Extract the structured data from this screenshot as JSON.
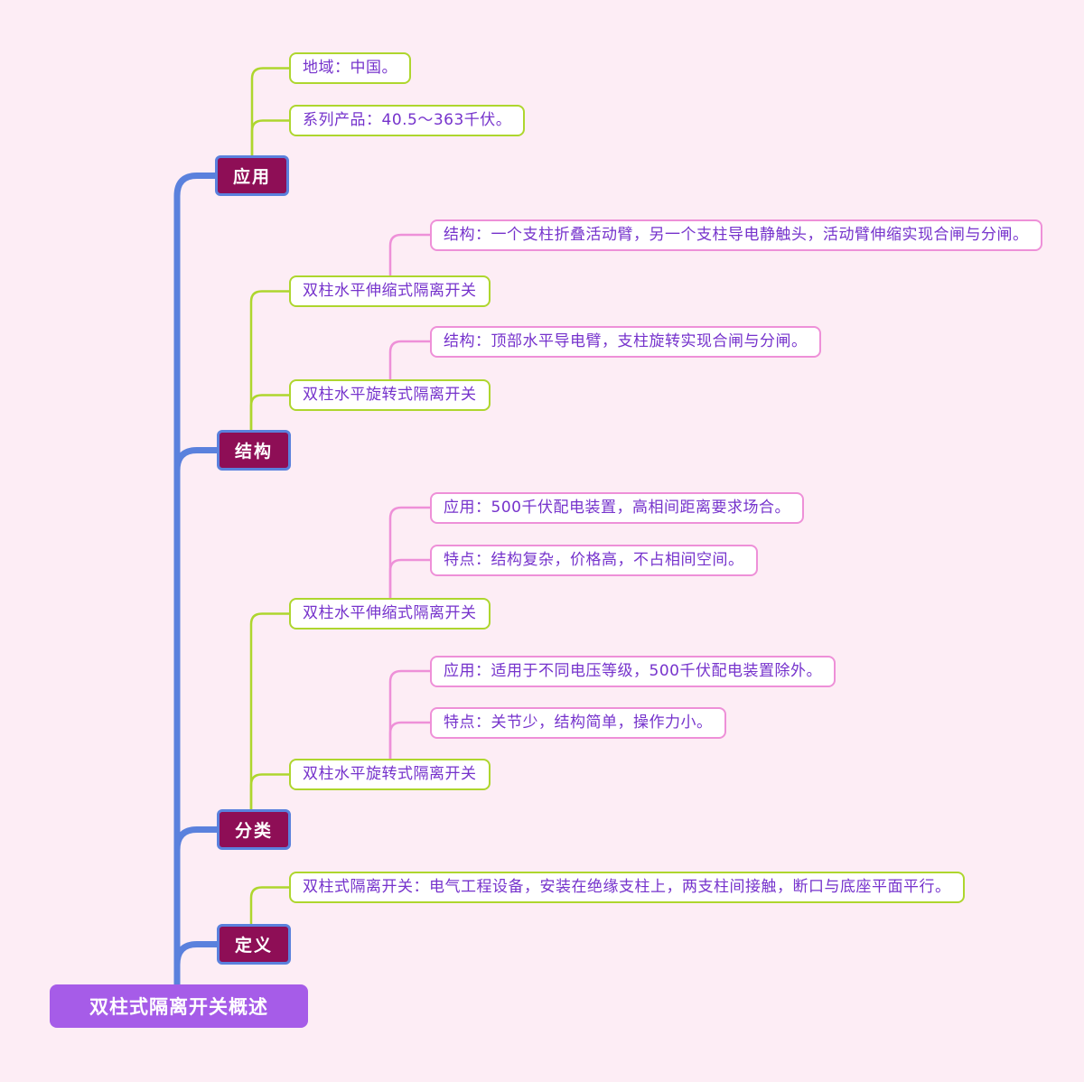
{
  "colors": {
    "background": "#fdedf5",
    "trunk_blue": "#5a81dd",
    "branch_bg": "#8e0e56",
    "branch_border": "#5a81dd",
    "root_bg": "#a65ce8",
    "leaf_border_green": "#aed62e",
    "leaf_border_pink": "#ee90d8",
    "leaf_text_purple": "#7633cc",
    "node_text_white": "#ffffff"
  },
  "mindmap": {
    "root": {
      "label": "双柱式隔离开关概述"
    },
    "branches": [
      {
        "label": "应用",
        "children": [
          {
            "label": "地域：中国。"
          },
          {
            "label": "系列产品：40.5～363千伏。"
          }
        ]
      },
      {
        "label": "结构",
        "children": [
          {
            "label": "双柱水平伸缩式隔离开关",
            "children": [
              {
                "label": "结构：一个支柱折叠活动臂，另一个支柱导电静触头，活动臂伸缩实现合闸与分闸。"
              }
            ]
          },
          {
            "label": "双柱水平旋转式隔离开关",
            "children": [
              {
                "label": "结构：顶部水平导电臂，支柱旋转实现合闸与分闸。"
              }
            ]
          }
        ]
      },
      {
        "label": "分类",
        "children": [
          {
            "label": "双柱水平伸缩式隔离开关",
            "children": [
              {
                "label": "应用：500千伏配电装置，高相间距离要求场合。"
              },
              {
                "label": "特点：结构复杂，价格高，不占相间空间。"
              }
            ]
          },
          {
            "label": "双柱水平旋转式隔离开关",
            "children": [
              {
                "label": "应用：适用于不同电压等级，500千伏配电装置除外。"
              },
              {
                "label": "特点：关节少，结构简单，操作力小。"
              }
            ]
          }
        ]
      },
      {
        "label": "定义",
        "children": [
          {
            "label": "双柱式隔离开关：电气工程设备，安装在绝缘支柱上，两支柱间接触，断口与底座平面平行。"
          }
        ]
      }
    ]
  }
}
